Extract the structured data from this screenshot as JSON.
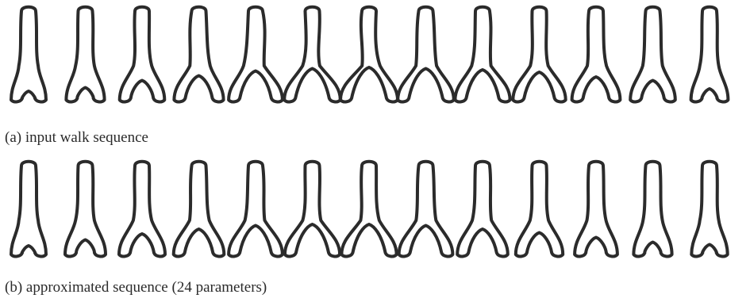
{
  "figure": {
    "caption_a": "(a) input walk sequence",
    "caption_b": "(b) approximated sequence (24 parameters)",
    "outline_color": "#2b2b2b",
    "frames_per_row": 13,
    "row_a_spread": [
      0.0,
      0.15,
      0.45,
      0.65,
      0.85,
      0.95,
      1.0,
      0.95,
      0.9,
      0.8,
      0.6,
      0.45,
      0.1
    ],
    "row_a_wobble": [
      0.1,
      0.15,
      0.35,
      0.6,
      0.8,
      0.75,
      0.8,
      0.55,
      0.45,
      0.4,
      0.3,
      0.25,
      0.1
    ],
    "row_b_spread": [
      0.0,
      0.25,
      0.5,
      0.7,
      0.85,
      0.9,
      0.9,
      0.85,
      0.7,
      0.55,
      0.35,
      0.15,
      0.05
    ],
    "row_b_wobble": [
      0.1,
      0.15,
      0.25,
      0.3,
      0.35,
      0.35,
      0.35,
      0.3,
      0.25,
      0.2,
      0.15,
      0.1,
      0.1
    ]
  }
}
